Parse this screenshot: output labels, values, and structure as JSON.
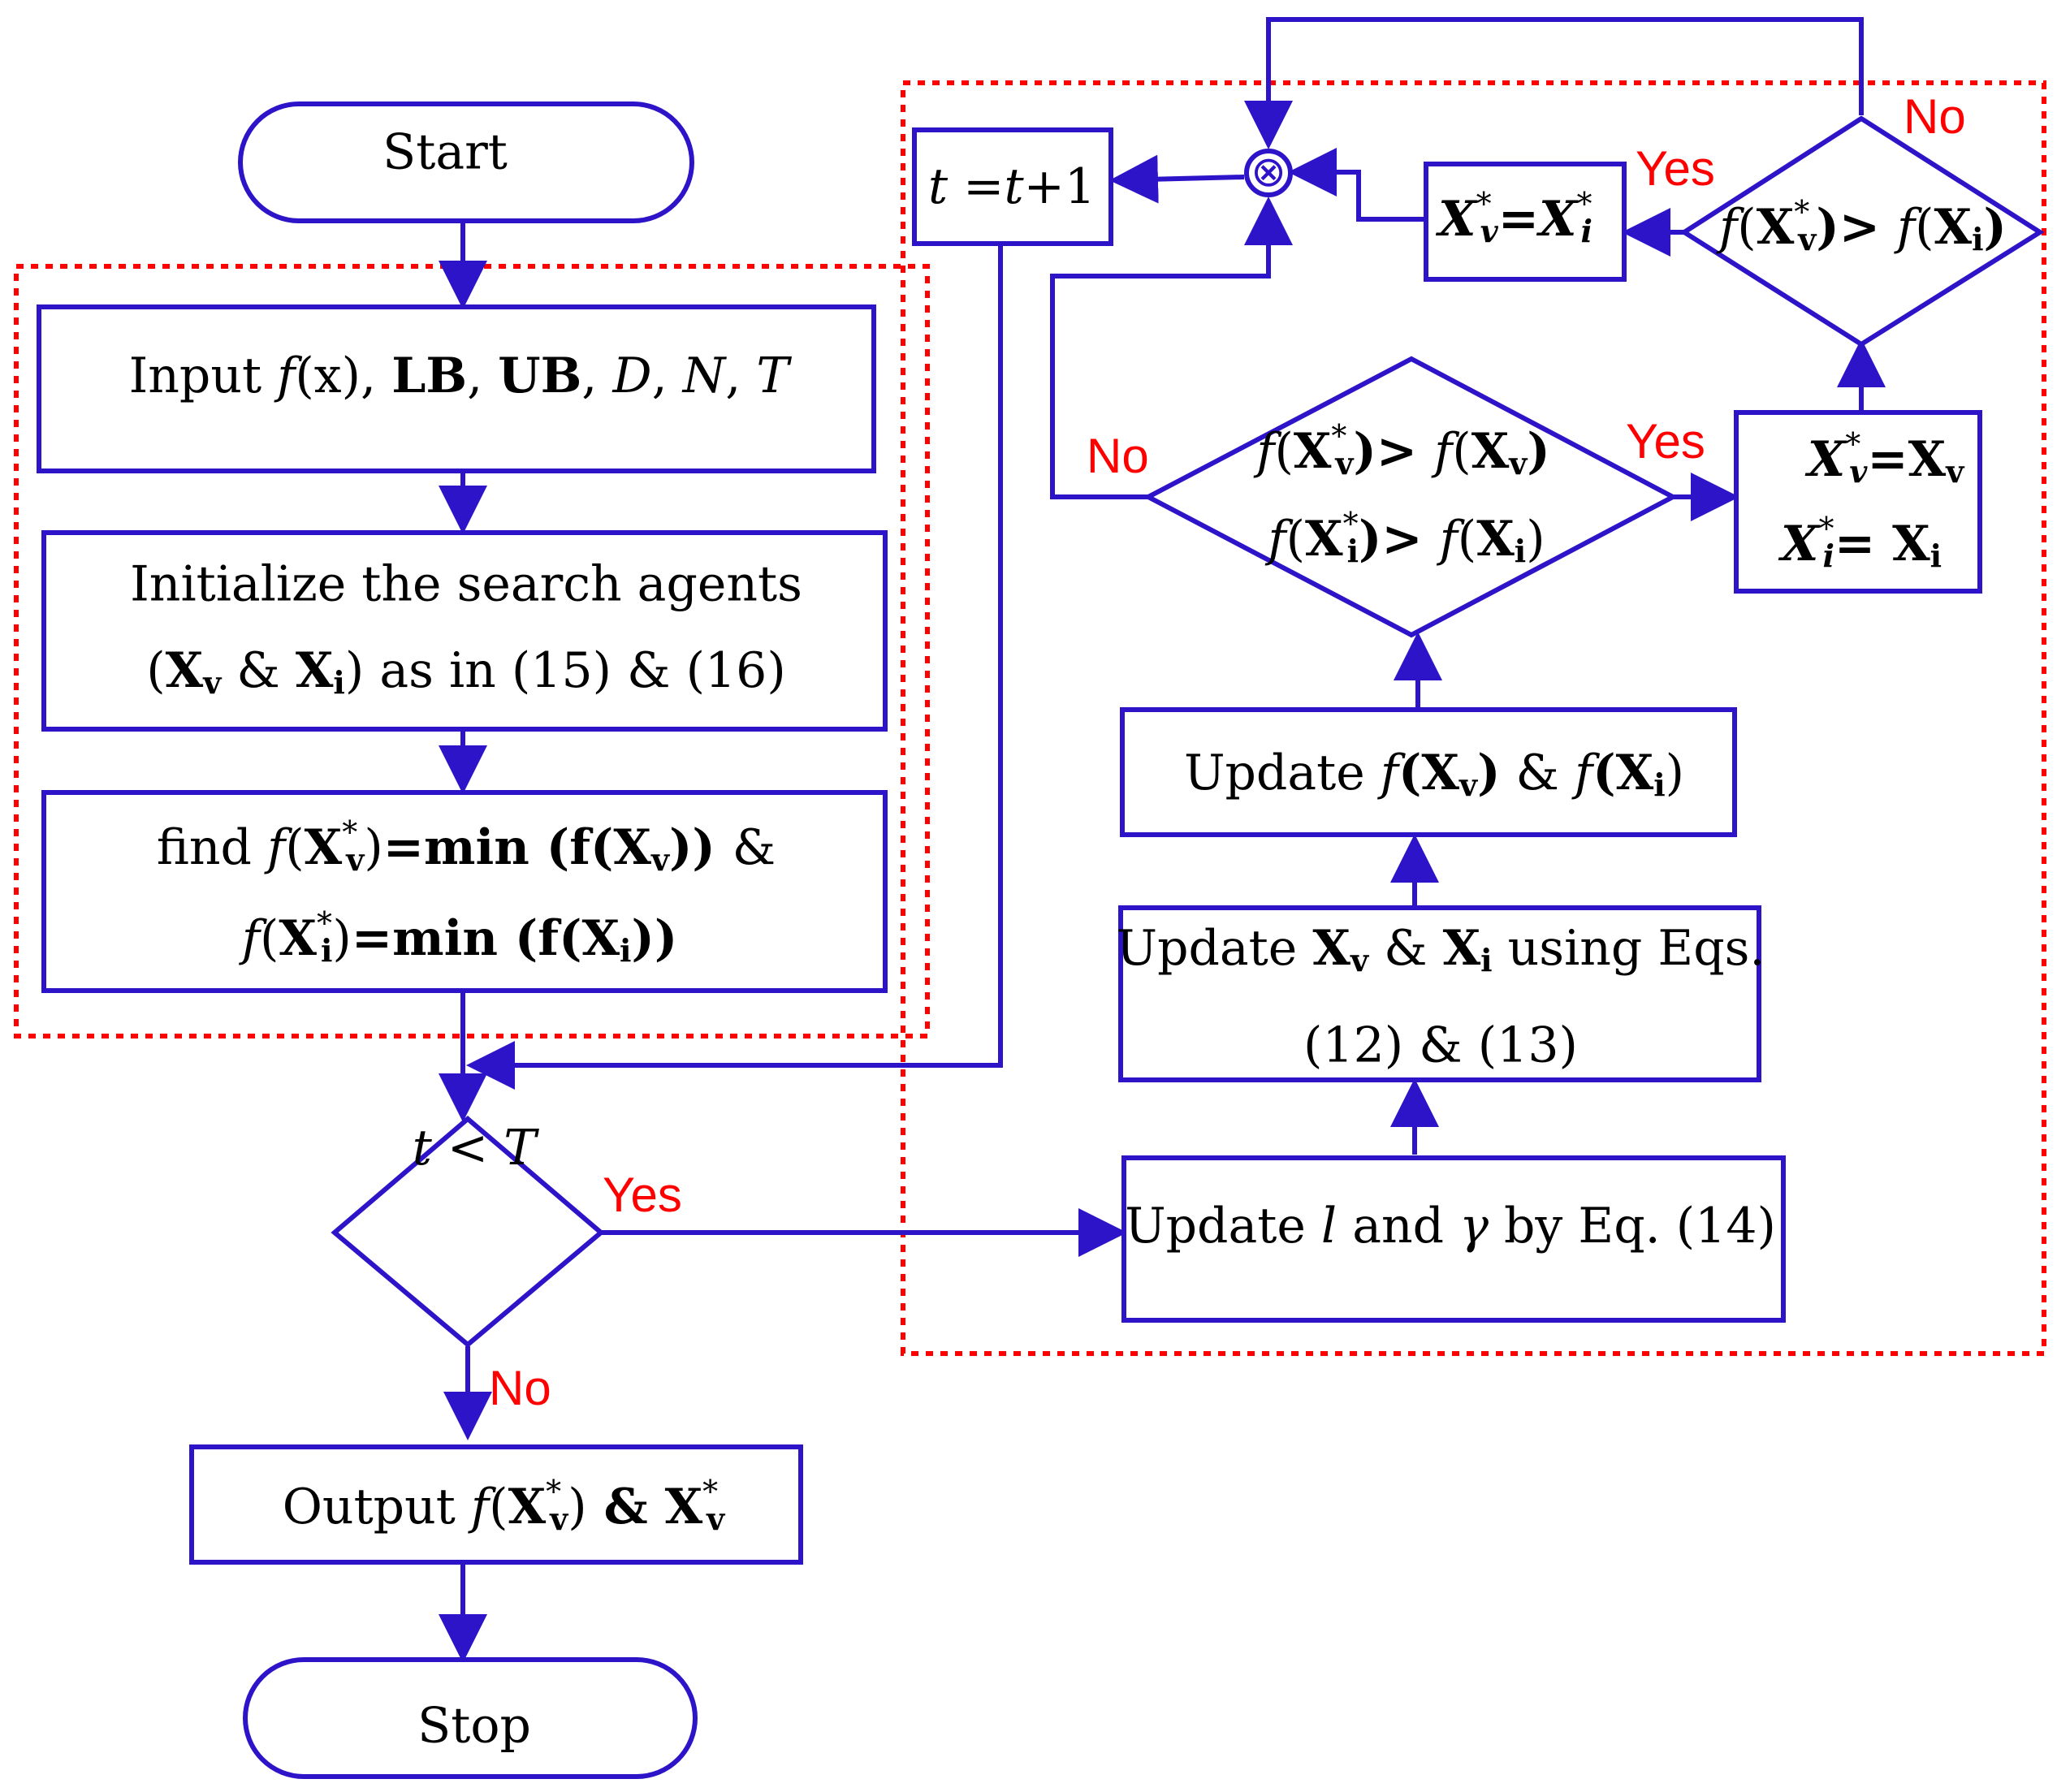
{
  "colors": {
    "stroke": "#2e14c8",
    "region": "#ff0000",
    "edge_label": "#ff0000",
    "text": "#000000"
  },
  "nodes": {
    "start": "Start",
    "stop": "Stop",
    "input": {
      "pre": "Input ",
      "fx": "f",
      "x": "(x), ",
      "lb": "LB",
      "c1": ", ",
      "ub": "UB",
      "c2": ", ",
      "d": "D",
      "c3": ", ",
      "n": "N",
      "c4": ", ",
      "t": "T"
    },
    "init": {
      "line1": "Initialize the search agents",
      "l2a": "(",
      "xv": "X",
      "v": "v",
      "amp": " & ",
      "xi": "X",
      "i": "i",
      "rest": ") as in (15) & (16)"
    },
    "find": {
      "l1_pre": "find ",
      "f": "f",
      "p1": "(",
      "X": "X",
      "star": "*",
      "v": "v",
      "p2": ")",
      "eqmin": "=min (f(",
      "X2": "X",
      "v2": "v",
      "close": ")) ",
      "amp": "&",
      "l2_f": "f",
      "l2_p1": "(",
      "l2_X": "X",
      "l2_star": "*",
      "l2_i": "i",
      "l2_p2": ")",
      "l2_eqmin": "=min (f(",
      "l2_X2": "X",
      "l2_i2": "i",
      "l2_close": "))"
    },
    "decision_main": {
      "t": "t",
      "lt": " < ",
      "T": "T"
    },
    "output": {
      "pre": "Output ",
      "f": "f",
      "p1": "(",
      "X": "X",
      "star": "*",
      "v": "v",
      "p2": ")",
      "amp": "  &  ",
      "X2": "X",
      "star2": "*",
      "v2": "v"
    },
    "update_l": {
      "pre": "Update ",
      "l": "l",
      "mid": " and ",
      "gamma": "γ",
      "post": " by Eq. (14)"
    },
    "update_x": {
      "pre": "Update ",
      "xv": "X",
      "v": "v",
      "amp": " & ",
      "xi": "X",
      "i": "i",
      "post": " using Eqs.",
      "line2": "(12) & (13)"
    },
    "update_f": {
      "pre": "Update ",
      "f1": "f",
      "p1": "(",
      "xv": "X",
      "v": "v",
      "p2": ")",
      "amp": " & ",
      "f2": "f",
      "p3": "(",
      "xi": "X",
      "i": "i",
      "p4": ")"
    },
    "decision_inner": {
      "l1_f": "f",
      "l1_p1": "(",
      "l1_X": "X",
      "l1_star": "*",
      "l1_v": "v",
      "l1_gt": ")> ",
      "l1_f2": "f",
      "l1_p2": "(",
      "l1_X2": "X",
      "l1_v2": "v",
      "l1_p3": ")",
      "l2_f": "f",
      "l2_p1": "(",
      "l2_X": "X",
      "l2_star": "*",
      "l2_i": "i",
      "l2_gt": ")> ",
      "l2_f2": "f",
      "l2_p2": "(",
      "l2_X2": "X",
      "l2_i2": "i",
      "l2_p3": ")"
    },
    "assign_both": {
      "l1_X": "X",
      "l1_star": "*",
      "l1_v": "v",
      "l1_eq": "=X",
      "l1_v2": "v",
      "l2_X": "X",
      "l2_star": "*",
      "l2_i": "i",
      "l2_eq": "= X",
      "l2_i2": "i"
    },
    "decision_top": {
      "f": "f",
      "p1": "(",
      "X": "X",
      "star": "*",
      "v": "v",
      "gt": ")> ",
      "f2": "f",
      "p2": "(",
      "X2": "X",
      "i": "i",
      "p3": ")"
    },
    "assign_best": {
      "X": "X",
      "star": "*",
      "v": "v",
      "eq": "=",
      "X2": "X",
      "star2": "*",
      "i": "i"
    },
    "increment": {
      "t": "t",
      "eq": " =",
      "t2": "t",
      "plus": "+1"
    },
    "merge_symbol": "⊗"
  },
  "edge_labels": {
    "main_yes": "Yes",
    "main_no": "No",
    "inner_yes": "Yes",
    "inner_no": "No",
    "top_yes": "Yes",
    "top_no": "No"
  }
}
